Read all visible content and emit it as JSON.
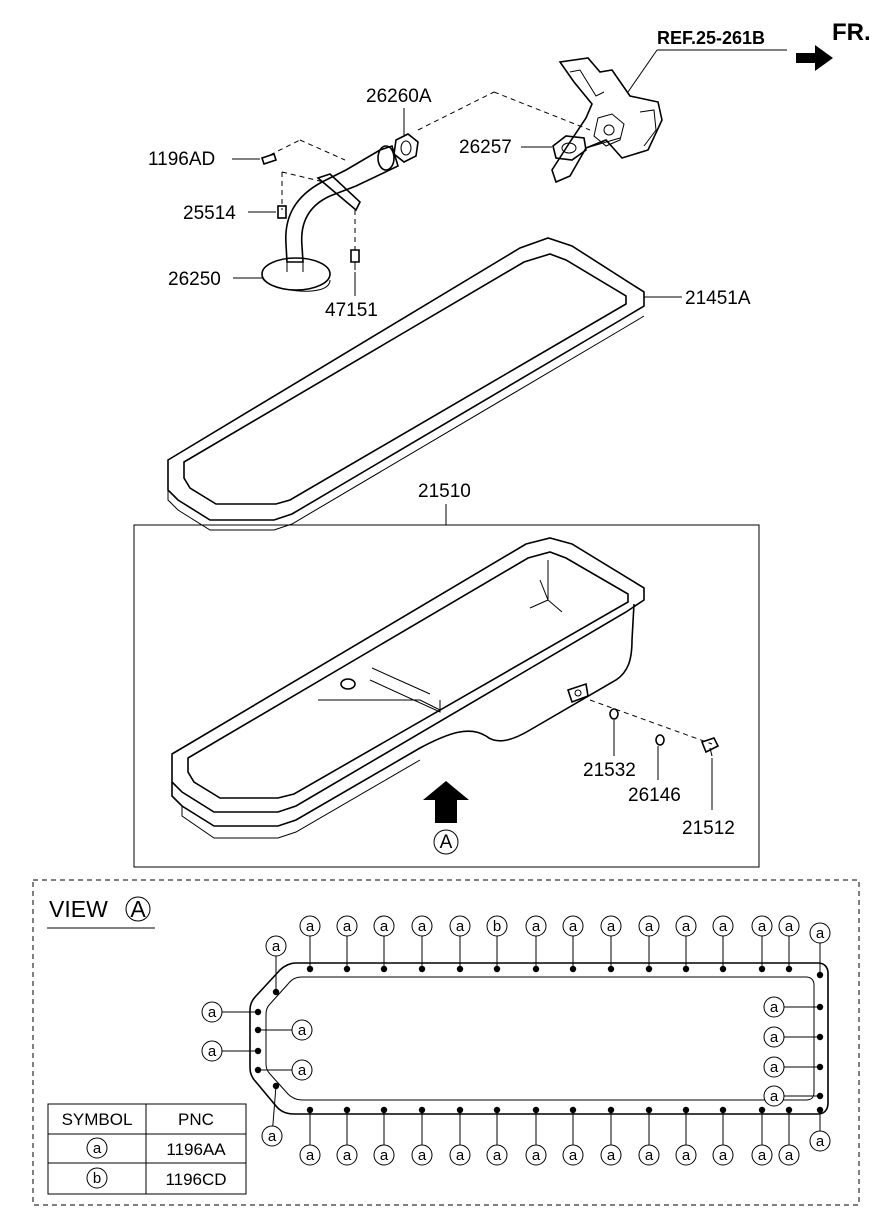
{
  "header": {
    "ref_label": "REF.25-261B",
    "front_label": "FR."
  },
  "parts": {
    "p26260A": "26260A",
    "p26257": "26257",
    "p1196AD": "1196AD",
    "p25514": "25514",
    "p26250": "26250",
    "p47151": "47151",
    "p21451A": "21451A",
    "p21510": "21510",
    "p21532": "21532",
    "p26146": "26146",
    "p21512": "21512"
  },
  "view_marker": "A",
  "view": {
    "title": "VIEW",
    "marker": "A"
  },
  "bolts": {
    "top": [
      "a",
      "a",
      "a",
      "a",
      "a",
      "b",
      "a",
      "a",
      "a",
      "a",
      "a",
      "a",
      "a",
      "a"
    ],
    "bottom": [
      "a",
      "a",
      "a",
      "a",
      "a",
      "a",
      "a",
      "a",
      "a",
      "a",
      "a",
      "a",
      "a",
      "a"
    ],
    "left": [
      "a",
      "a",
      "a",
      "a",
      "a",
      "a",
      "a"
    ],
    "right": [
      "a",
      "a",
      "a",
      "a",
      "a"
    ]
  },
  "legend": {
    "headers": [
      "SYMBOL",
      "PNC"
    ],
    "rows": [
      {
        "symbol": "a",
        "pnc": "1196AA"
      },
      {
        "symbol": "b",
        "pnc": "1196CD"
      }
    ]
  }
}
